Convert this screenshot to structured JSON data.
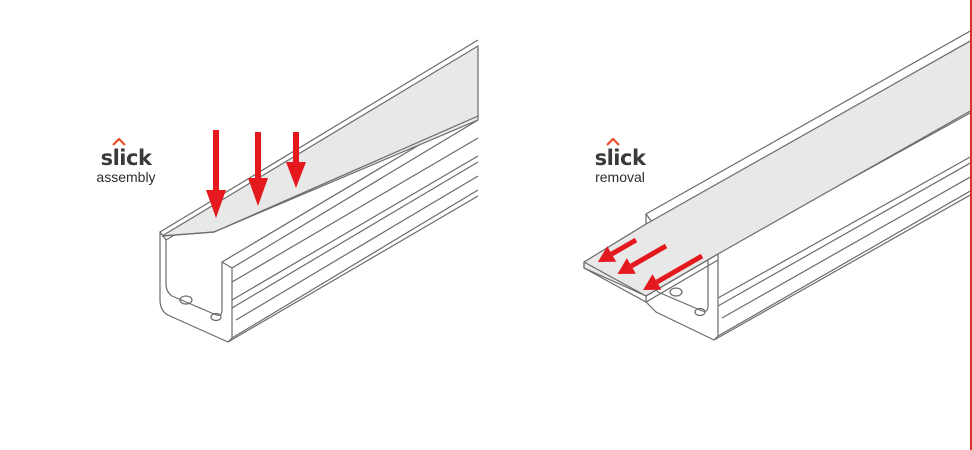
{
  "panels": {
    "assembly": {
      "brand": "slick",
      "caption": "assembly"
    },
    "removal": {
      "brand": "slick",
      "caption": "removal"
    }
  },
  "colors": {
    "arrow": "#e3191e",
    "logo_accent": "#e8502a",
    "outline": "#6b6b6b",
    "diffuser": "#e8e8e8",
    "right_edge": "#d9322a"
  },
  "icons": [
    "roof-chevron-icon",
    "arrow-down-icon",
    "arrow-left-icon"
  ]
}
